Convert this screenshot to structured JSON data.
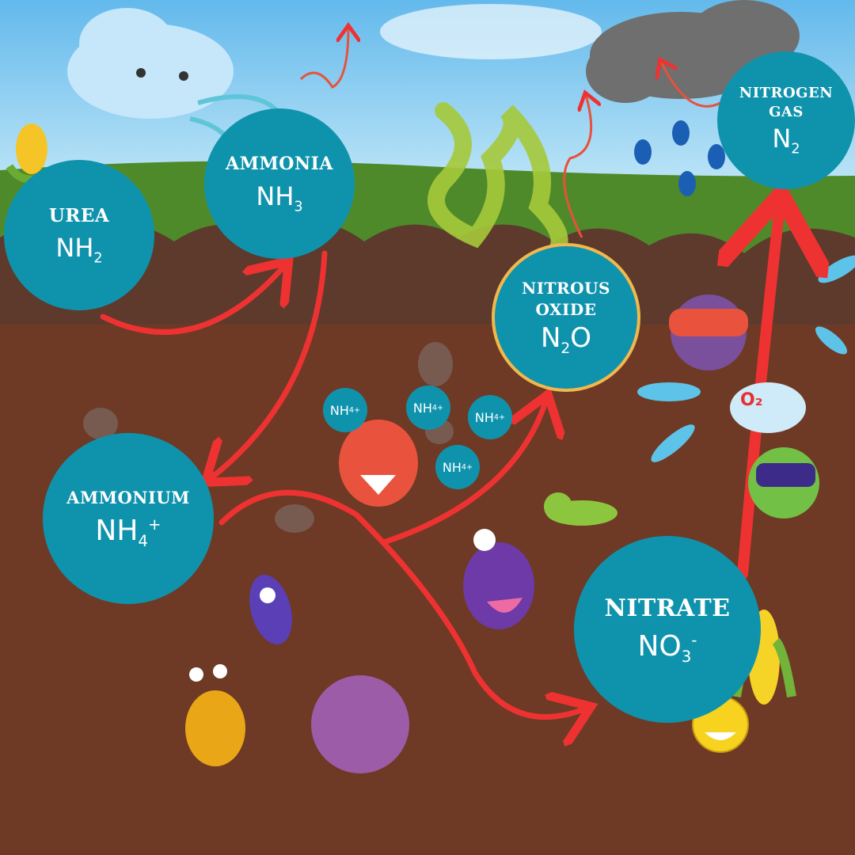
{
  "colors": {
    "node": "#0f93ad",
    "arrow": "#ee3232",
    "soil": "#6e3a25",
    "sky": "#8fd0f2",
    "grass": "#4f8a2a",
    "oxide_border": "#f2b84b"
  },
  "nodes": {
    "urea": {
      "name": "UREA",
      "formula": "NH",
      "sub": "2"
    },
    "ammonia": {
      "name": "AMMONIA",
      "formula": "NH",
      "sub": "3"
    },
    "nitrogen_gas": {
      "name_line1": "NITROGEN",
      "name_line2": "GAS",
      "formula": "N",
      "sub": "2"
    },
    "nitrous_oxide": {
      "name_line1": "NITROUS",
      "name_line2": "OXIDE",
      "formula_a": "N",
      "sub": "2",
      "formula_b": "O"
    },
    "ammonium": {
      "name": "AMMONIUM",
      "formula": "NH",
      "sub": "4",
      "sup": "+"
    },
    "nitrate": {
      "name": "NITRATE",
      "formula": "NO",
      "sub": "3",
      "sup": "-"
    }
  },
  "ions": [
    {
      "formula": "NH",
      "sub": "4",
      "sup": "+"
    },
    {
      "formula": "NH",
      "sub": "4",
      "sup": "+"
    },
    {
      "formula": "NH",
      "sub": "4",
      "sup": "+"
    },
    {
      "formula": "NH",
      "sub": "4",
      "sup": "+"
    }
  ],
  "oxygen_cloud": {
    "label": "O₂"
  }
}
